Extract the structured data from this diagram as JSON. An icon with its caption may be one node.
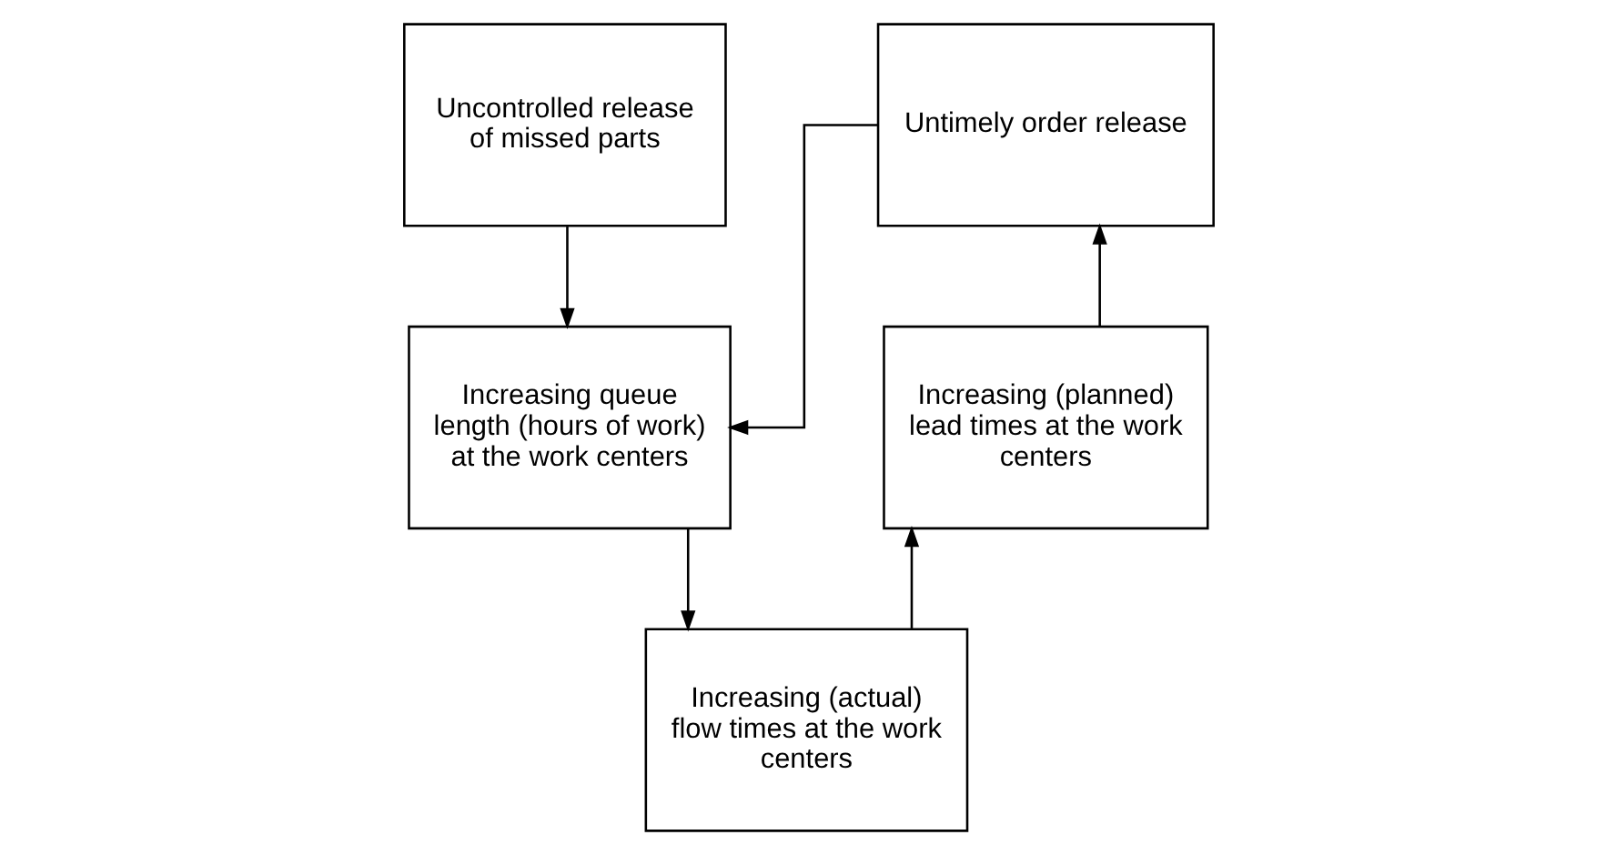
{
  "diagram": {
    "nodes": [
      {
        "text": [
          "Untimely order release"
        ]
      },
      {
        "text": [
          "Uncontrolled release of missed parts"
        ]
      },
      {
        "text": [
          "Increasing queue length (hours of work) at the work centers"
        ]
      },
      {
        "text": [
          "Increasing (actual) flow times at the work centers"
        ]
      },
      {
        "text": [
          "Increasing (planned) lead times at the work centers"
        ]
      }
    ],
    "edges": [
      {
        "from": 0,
        "to": 2,
        "arrow": "to"
      },
      {
        "from": 1,
        "to": 2,
        "arrow": "to"
      },
      {
        "from": 2,
        "to": 3,
        "arrow": "to"
      },
      {
        "from": 3,
        "to": 4,
        "arrow": "to"
      },
      {
        "from": 4,
        "to": 0,
        "arrow": "to"
      }
    ]
  }
}
